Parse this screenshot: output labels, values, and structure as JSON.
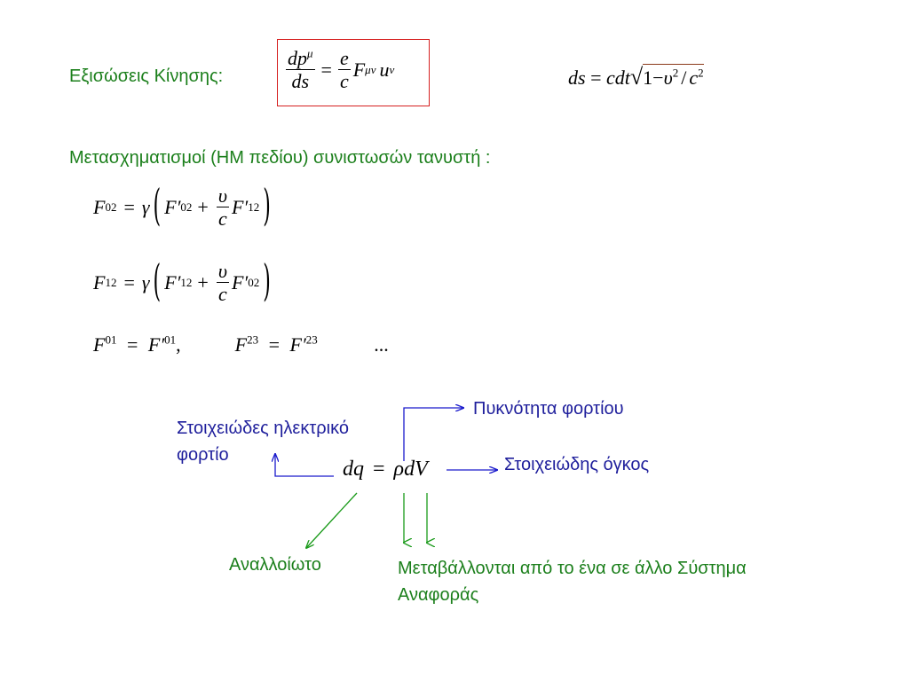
{
  "equations_of_motion": {
    "label": "Εξισώσεις Κίνησης:",
    "lhs_num": "dp",
    "lhs_num_sup": "μ",
    "lhs_den": "ds",
    "eq": "=",
    "rhs_num": "e",
    "rhs_den": "c",
    "rhs_F": "F",
    "rhs_F_sup": "μν",
    "rhs_u": "u",
    "rhs_u_sub": "ν"
  },
  "ds_formula": {
    "lhs": "ds",
    "eq": "=",
    "cdt": "cdt",
    "sqrt": "√",
    "one": "1",
    "minus": "−",
    "upsilon": "υ",
    "sq1": "2",
    "slash": "/",
    "c": "c",
    "sq2": "2"
  },
  "transformations": {
    "heading": "Μετασχηματισμοί (ΗΜ πεδίου) συνιστωσών τανυστή :",
    "eq1": {
      "F": "F",
      "F_sup": "02",
      "eq": "=",
      "gamma": "γ",
      "open": "(",
      "Fp1": "F′",
      "Fp1_sup": "02",
      "plus": "+",
      "num": "υ",
      "den": "c",
      "Fp2": "F′",
      "Fp2_sup": "12",
      "close": ")"
    },
    "eq2": {
      "F": "F",
      "F_sup": "12",
      "eq": "=",
      "gamma": "γ",
      "open": "(",
      "Fp1": "F′",
      "Fp1_sup": "12",
      "plus": "+",
      "num": "υ",
      "den": "c",
      "Fp2": "F′",
      "Fp2_sup": "02",
      "close": ")"
    },
    "eq3": {
      "F1": "F",
      "F1_sup": "01",
      "eq1": "=",
      "Fp1": "F′",
      "Fp1_sup": "01",
      "comma": ",",
      "F2": "F",
      "F2_sup": "23",
      "eq2": "=",
      "Fp2": "F′",
      "Fp2_sup": "23",
      "dots": "..."
    }
  },
  "charge_diagram": {
    "dq_lhs": "dq",
    "eq": "=",
    "rho": "ρ",
    "dV": "dV",
    "charge_density": "Πυκνότητα φορτίου",
    "elementary_charge_line1": "Στοιχειώδες ηλεκτρικό",
    "elementary_charge_line2": "φορτίο",
    "elementary_volume": "Στοιχειώδης όγκος",
    "invariant": "Αναλλοίωτο",
    "changes_line1": "Μεταβάλλονται από το ένα σε άλλο Σύστημα",
    "changes_line2": "Αναφοράς"
  },
  "colors": {
    "green_text": "#1b7f1b",
    "blue_text": "#1f1f9c",
    "brown_formula": "#8b3a1a",
    "box_border": "#d62020",
    "blue_arrow": "#1a1acc",
    "green_arrow": "#1a9a1a"
  }
}
